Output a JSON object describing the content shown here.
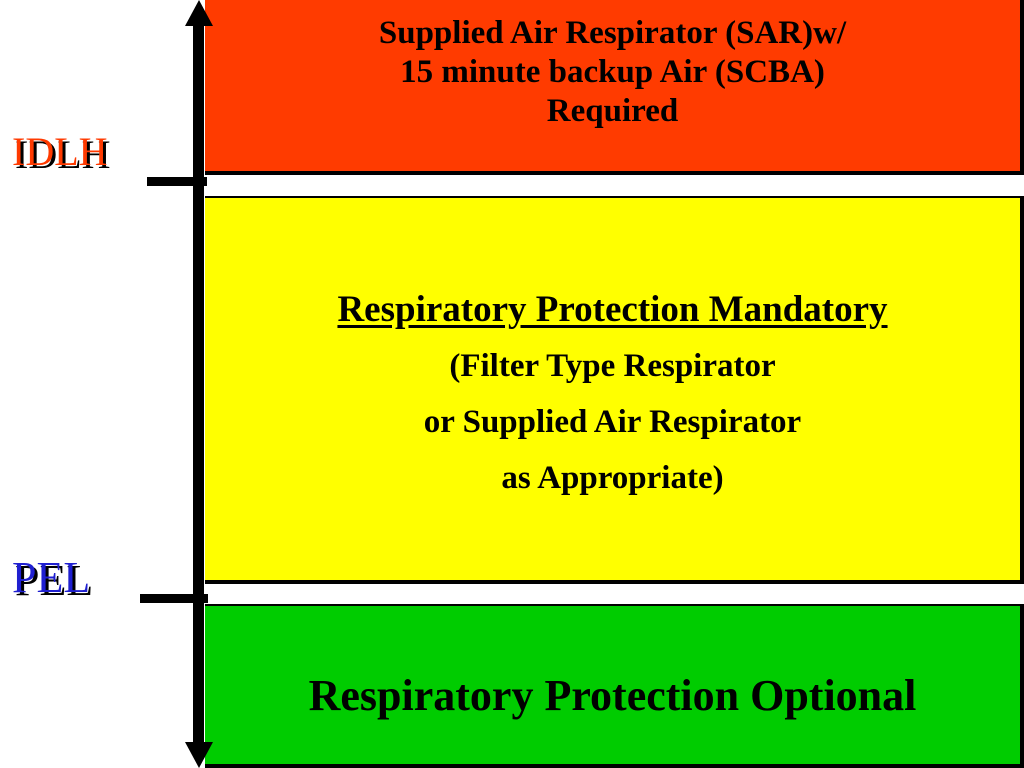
{
  "levels": {
    "upper": {
      "label": "IDLH",
      "color": "#ff3a00"
    },
    "lower": {
      "label": "PEL",
      "color": "#1f1fd0"
    }
  },
  "zones": {
    "red": {
      "fill": "#ff3b00",
      "lines": [
        "Supplied Air Respirator (SAR)w/",
        "15 minute backup Air (SCBA)",
        "Required"
      ]
    },
    "yellow": {
      "fill": "#ffff00",
      "headline": "Respiratory Protection Mandatory",
      "lines": [
        "(Filter Type Respirator",
        "or Supplied Air Respirator",
        "as Appropriate)"
      ]
    },
    "green": {
      "fill": "#00cc00",
      "text": "Respiratory Protection Optional"
    }
  }
}
